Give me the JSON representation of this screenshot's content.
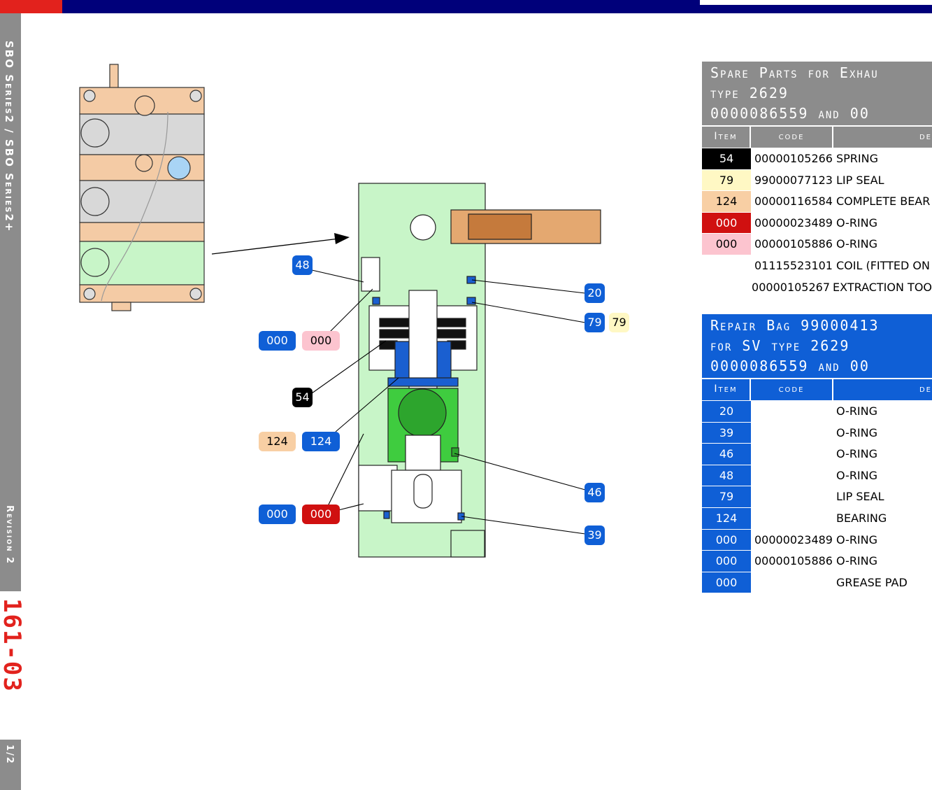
{
  "sidebar": {
    "series": "SBO Series2 / SBO Series2+",
    "revision": "Revision 2",
    "page_code": "161-03",
    "page_part": "1/2"
  },
  "diagram": {
    "callouts": [
      "48",
      "20",
      "79",
      "79",
      "000",
      "000",
      "54",
      "124",
      "124",
      "000",
      "000",
      "46",
      "39"
    ]
  },
  "spare_parts": {
    "title_line1": "Spare Parts for Exhau",
    "title_line2": "type 2629",
    "title_line3": "0000086559 and 00",
    "headers": {
      "item": "Item",
      "code": "code",
      "desc": "de"
    },
    "rows": [
      {
        "item": "54",
        "code": "00000105266",
        "desc": "SPRING",
        "color": "black"
      },
      {
        "item": "79",
        "code": "99000077123",
        "desc": "LIP SEAL",
        "color": "yellow"
      },
      {
        "item": "124",
        "code": "00000116584",
        "desc": "COMPLETE BEAR",
        "color": "peach"
      },
      {
        "item": "000",
        "code": "00000023489",
        "desc": "O-RING",
        "color": "red"
      },
      {
        "item": "000",
        "code": "00000105886",
        "desc": "O-RING",
        "color": "pink"
      },
      {
        "item": "",
        "code": "01115523101",
        "desc": "COIL (FITTED ON",
        "color": "none"
      },
      {
        "item": "",
        "code": "00000105267",
        "desc": "EXTRACTION TOO",
        "color": "none"
      }
    ]
  },
  "repair_bag": {
    "title_line1": "Repair Bag 99000413",
    "title_line2": "for SV type 2629",
    "title_line3": "0000086559 and 00",
    "headers": {
      "item": "Item",
      "code": "code",
      "desc": "de"
    },
    "rows": [
      {
        "item": "20",
        "code": "",
        "desc": "O-RING"
      },
      {
        "item": "39",
        "code": "",
        "desc": "O-RING"
      },
      {
        "item": "46",
        "code": "",
        "desc": "O-RING"
      },
      {
        "item": "48",
        "code": "",
        "desc": "O-RING"
      },
      {
        "item": "79",
        "code": "",
        "desc": "LIP SEAL"
      },
      {
        "item": "124",
        "code": "",
        "desc": "BEARING"
      },
      {
        "item": "000",
        "code": "00000023489",
        "desc": "O-RING"
      },
      {
        "item": "000",
        "code": "00000105886",
        "desc": "O-RING"
      },
      {
        "item": "000",
        "code": "",
        "desc": "GREASE PAD"
      }
    ]
  }
}
